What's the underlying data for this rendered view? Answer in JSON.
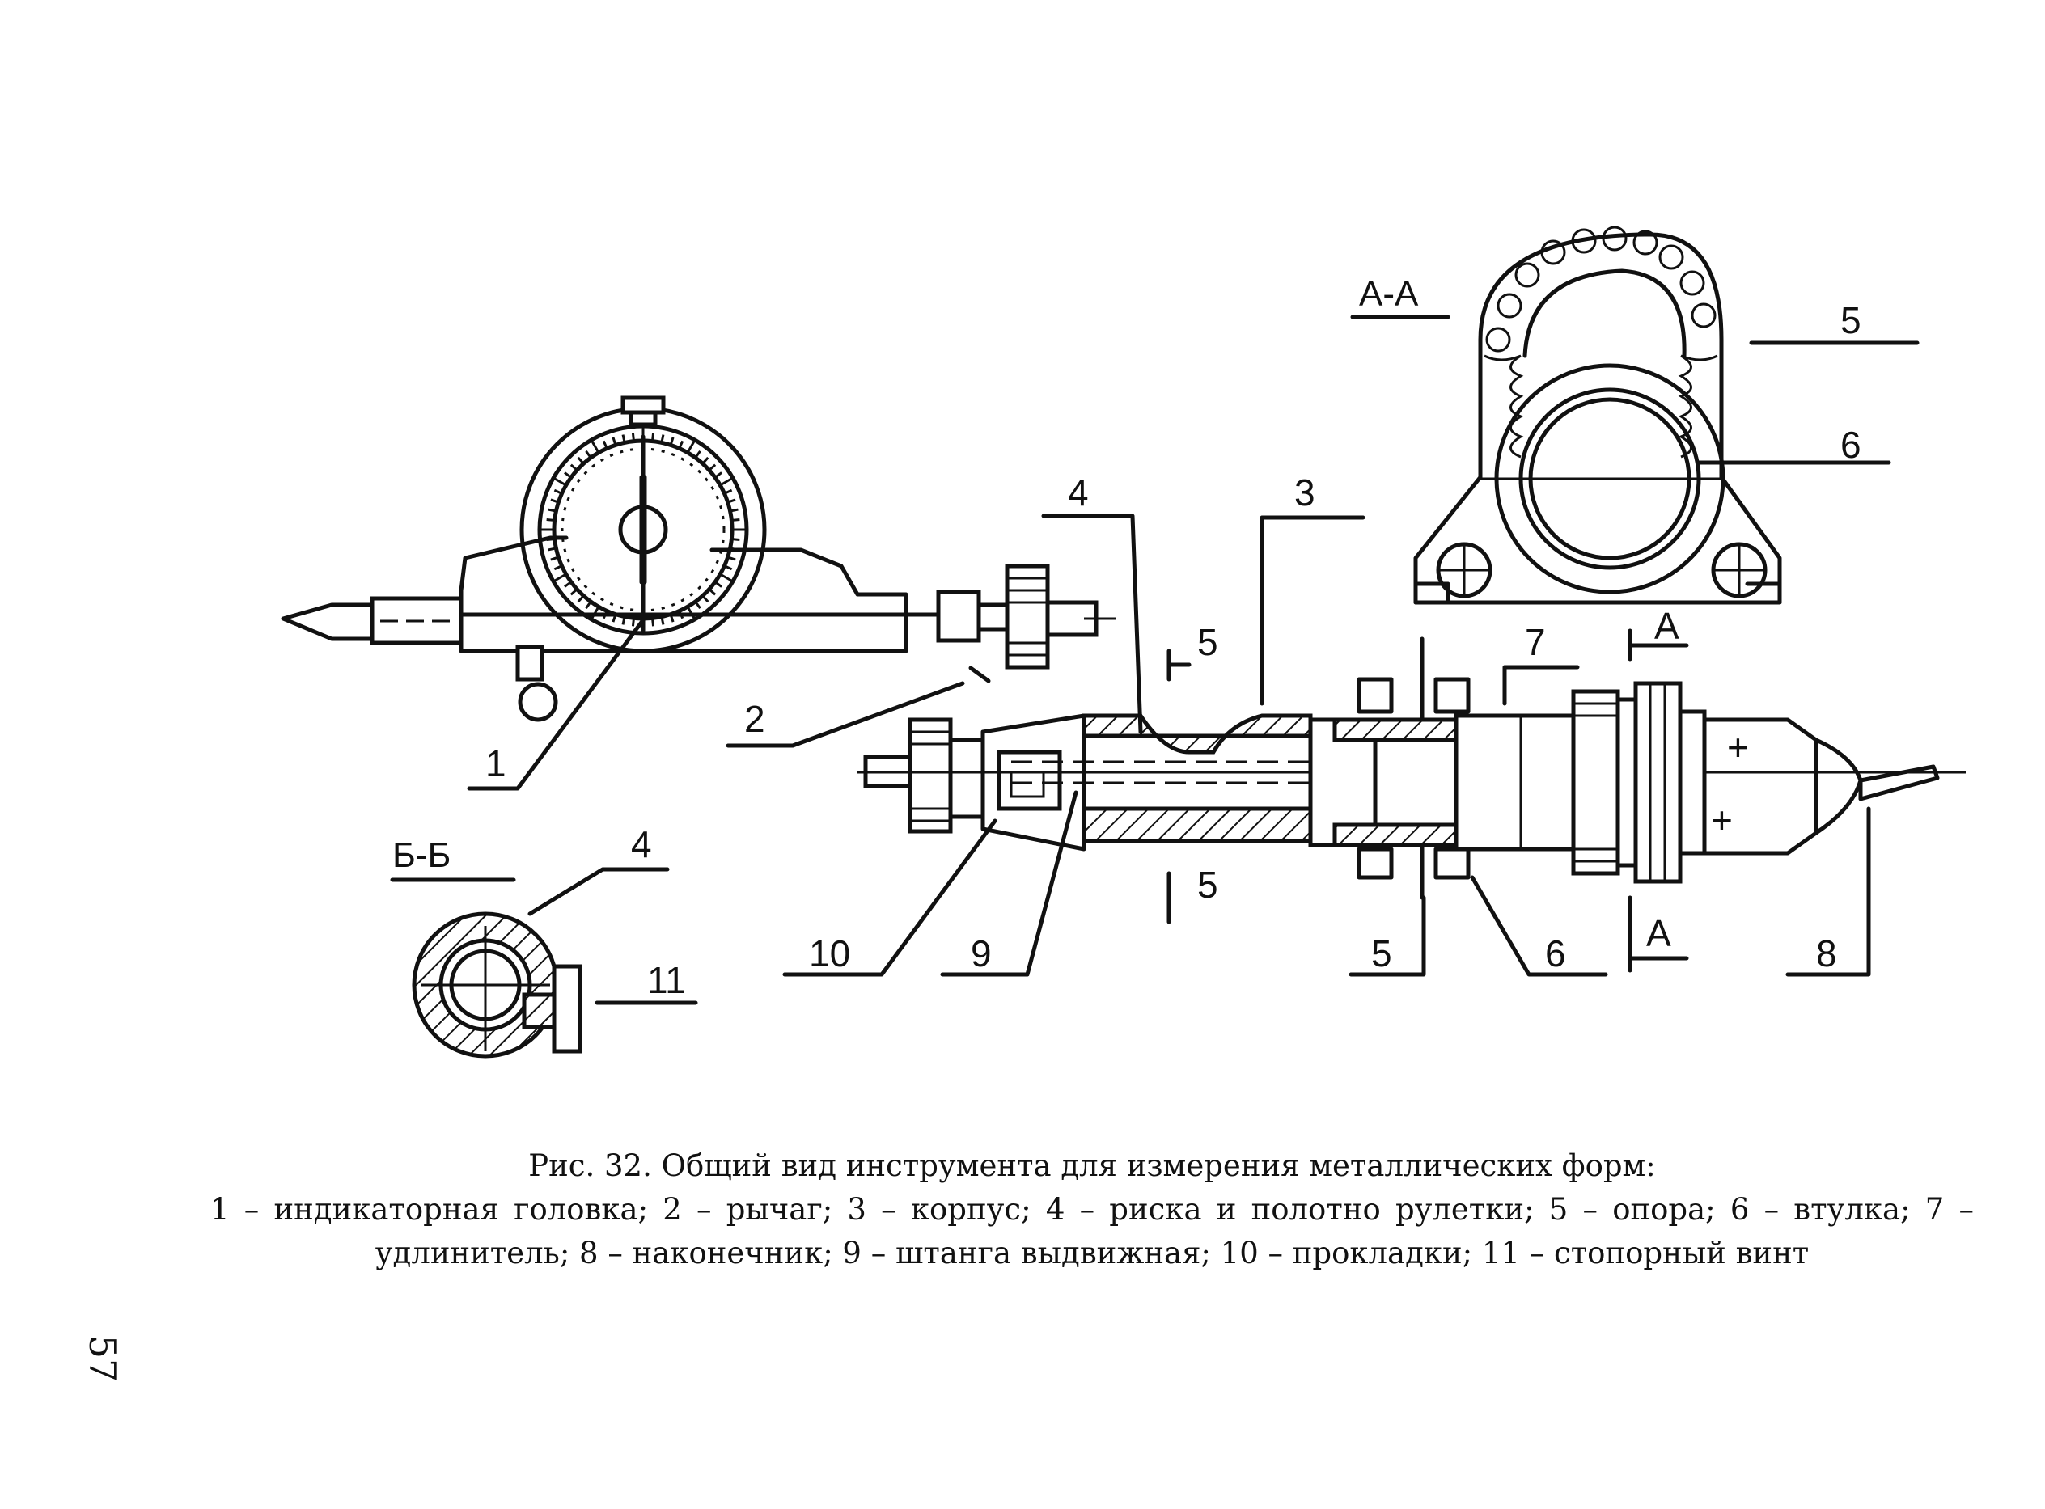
{
  "figure": {
    "caption_title": "Рис. 32. Общий вид инструмента для измерения металлических форм:",
    "caption_legend": "1 – индикаторная головка; 2 – рычаг; 3 – корпус; 4 – риска и полотно рулетки; 5 – опора; 6 – втулка; 7 – удлинитель; 8 – наконечник; 9 – штанга выдвижная; 10 – прокладки; 11 – стопорный винт",
    "page_number": "57",
    "section_labels": {
      "aa": "А-А",
      "bb": "Б-Б",
      "a_top": "А",
      "a_bottom": "А"
    },
    "callouts": {
      "c1": "1",
      "c2": "2",
      "c3": "3",
      "c4_main": "4",
      "c4_section": "4",
      "c5_aa": "5",
      "c5_top": "5",
      "c5_bottom": "5",
      "c5_support": "5",
      "c6_aa": "6",
      "c6_main": "6",
      "c7": "7",
      "c8": "8",
      "c9": "9",
      "c10": "10",
      "c11": "11"
    },
    "markers": {
      "plus_top": "+",
      "plus_bottom": "+"
    }
  }
}
